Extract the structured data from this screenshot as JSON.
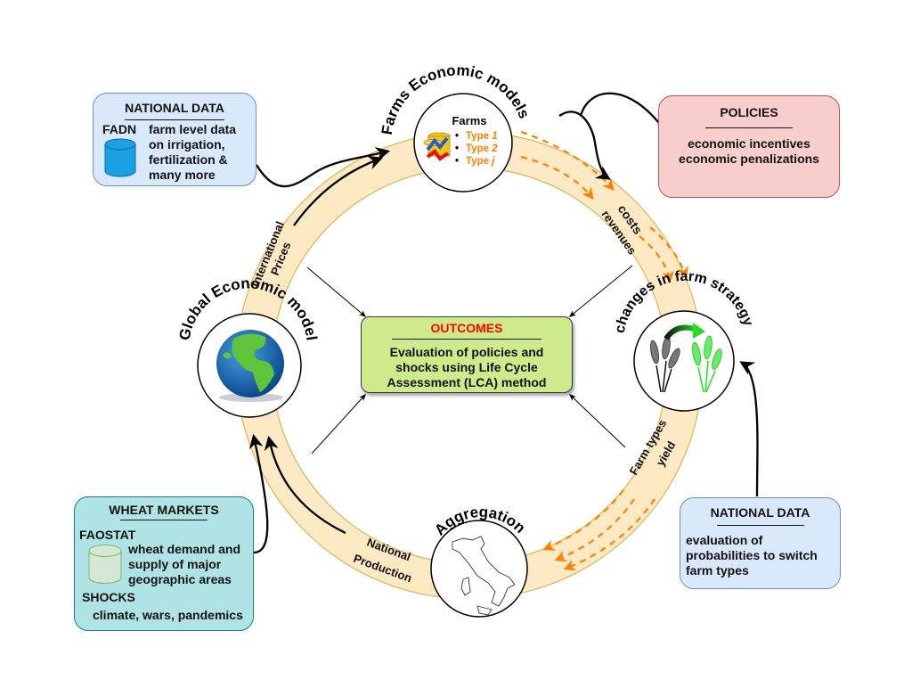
{
  "colors": {
    "ring_fill": "#fde9c4",
    "ring_stroke": "#d6b656",
    "dashed_arrow": "#ff8000",
    "farm_type_text": "#ff8000",
    "outcomes_title": "#ff0000",
    "national_data_fill": "#dae8fc",
    "policies_fill": "#f8cecc",
    "wheat_markets_fill": "#b0e3e6",
    "outcomes_fill": "#cdeb8b",
    "wheat_green": "#33dd33"
  },
  "national_data_top": {
    "title": "NATIONAL DATA",
    "source": "FADN",
    "source_icon": "database-icon",
    "lines": [
      "farm level data",
      "on irrigation,",
      "fertilization &",
      "many more"
    ]
  },
  "policies": {
    "title": "POLICIES",
    "lines": [
      "economic incentives",
      "economic penalizations"
    ]
  },
  "wheat_markets": {
    "title": "WHEAT MARKETS",
    "source": "FAOSTAT",
    "source_icon": "database-icon",
    "source_lines": [
      "wheat demand and",
      "supply of major",
      "geographic areas"
    ],
    "shocks_label": "SHOCKS",
    "shocks_text": "climate, wars, pandemics"
  },
  "national_data_bottom": {
    "title": "NATIONAL DATA",
    "lines": [
      "evaluation of",
      "probabilities to switch",
      "farm types"
    ]
  },
  "outcomes": {
    "title": "OUTCOMES",
    "lines": [
      "Evaluation of policies and",
      "shocks using Life Cycle",
      "Assessment (LCA) method"
    ]
  },
  "nodes": {
    "farms": {
      "label": "Farms Economic models",
      "heading": "Farms",
      "types": [
        {
          "prefix": "Type ",
          "suffix": "1"
        },
        {
          "prefix": "Type ",
          "suffix": "2"
        },
        {
          "prefix": "Type ",
          "suffix": "j"
        }
      ],
      "icon": "coins-chart-icon"
    },
    "strategy": {
      "label": "changes in farm strategy",
      "icon": "wheat-switch-icon"
    },
    "aggregation": {
      "label": "Aggregation",
      "icon": "italy-map-icon"
    },
    "global": {
      "label": "Global Economic model",
      "icon": "globe-icon"
    }
  },
  "ring_labels": {
    "costs": "costs",
    "revenues": "revenues",
    "farm_types": "Farm types",
    "yield": "yield",
    "national": "National",
    "production": "Production",
    "international": "International",
    "prices": "Prices"
  }
}
